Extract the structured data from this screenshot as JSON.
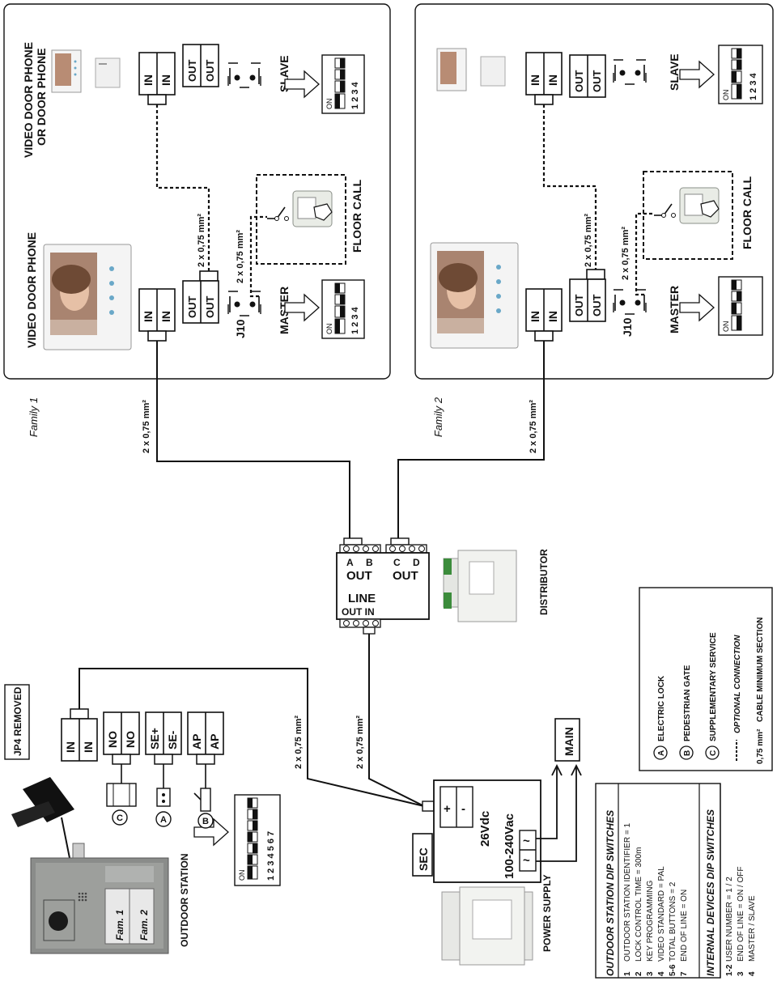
{
  "family1": {
    "label": "Family 1",
    "vdp_label": "VIDEO DOOR PHONE",
    "slave_device_label_1": "VIDEO DOOR PHONE",
    "slave_device_label_2": "OR DOOR PHONE",
    "master_label": "MASTER",
    "slave_label": "SLAVE",
    "floor_call_label": "FLOOR CALL",
    "j10_label": "J10",
    "cable_main": "2 x 0,75 mm²",
    "cable_between": "2 x 0,75 mm²",
    "cable_floor": "2 x 0,75 mm²"
  },
  "family2": {
    "label": "Family 2",
    "master_label": "MASTER",
    "slave_label": "SLAVE",
    "floor_call_label": "FLOOR CALL",
    "j10_label": "J10",
    "cable_main": "2 x 0,75 mm²",
    "cable_between": "2 x 0,75 mm²",
    "cable_floor": "2 x 0,75 mm²"
  },
  "terminals": {
    "in": "IN",
    "out": "OUT",
    "no": "NO",
    "se_plus": "SE+",
    "se_minus": "SE-",
    "ap": "AP"
  },
  "dip": {
    "on": "ON",
    "nums4": [
      "1",
      "2",
      "3",
      "4"
    ],
    "nums7": [
      "1",
      "2",
      "3",
      "4",
      "5",
      "6",
      "7"
    ]
  },
  "distributor": {
    "label": "DISTRIBUTOR",
    "a": "A",
    "b": "B",
    "c": "C",
    "d": "D",
    "out": "OUT",
    "line": "LINE",
    "line_out_in": "OUT IN"
  },
  "outdoor": {
    "jp4": "JP4 REMOVED",
    "label": "OUTDOOR STATION",
    "fam1": "Fam. 1",
    "fam2": "Fam. 2",
    "cable_1": "2 x 0,75 mm²",
    "cable_2": "2 x 0,75 mm²"
  },
  "power": {
    "label": "POWER SUPPLY",
    "sec": "SEC",
    "main": "MAIN",
    "vdc": "26Vdc",
    "vac": "100-240Vac",
    "plus": "+",
    "minus": "-",
    "tilde": "~"
  },
  "legend": {
    "a_letter": "A",
    "a_text": "ELECTRIC LOCK",
    "b_letter": "B",
    "b_text": "PEDESTRIAN GATE",
    "c_letter": "C",
    "c_text": "SUPPLEMENTARY SERVICE",
    "optional": "OPTIONAL CONNECTION",
    "cable_pre": "0,75 mm²",
    "cable_post": "CABLE MINIMUM SECTION"
  },
  "outdoor_dip_table": {
    "title": "OUTDOOR STATION DIP SWITCHES",
    "rows": [
      {
        "n": "1",
        "t": "OUTDOOR STATION IDENTIFIER = 1"
      },
      {
        "n": "2",
        "t": "LOCK CONTROL TIME = 300m"
      },
      {
        "n": "3",
        "t": "KEY PROGRAMMING"
      },
      {
        "n": "4",
        "t": "VIDEO STANDARD = PAL"
      },
      {
        "n": "5-6",
        "t": "TOTAL BUTTONS = 2"
      },
      {
        "n": "7",
        "t": "END OF LINE = ON"
      }
    ]
  },
  "internal_dip_table": {
    "title": "INTERNAL DEVICES DIP SWITCHES",
    "rows": [
      {
        "n": "1-2",
        "t": "USER NUMBER = 1 / 2"
      },
      {
        "n": "3",
        "t": "END OF LINE = ON / OFF"
      },
      {
        "n": "4",
        "t": "MASTER / SLAVE"
      }
    ]
  }
}
